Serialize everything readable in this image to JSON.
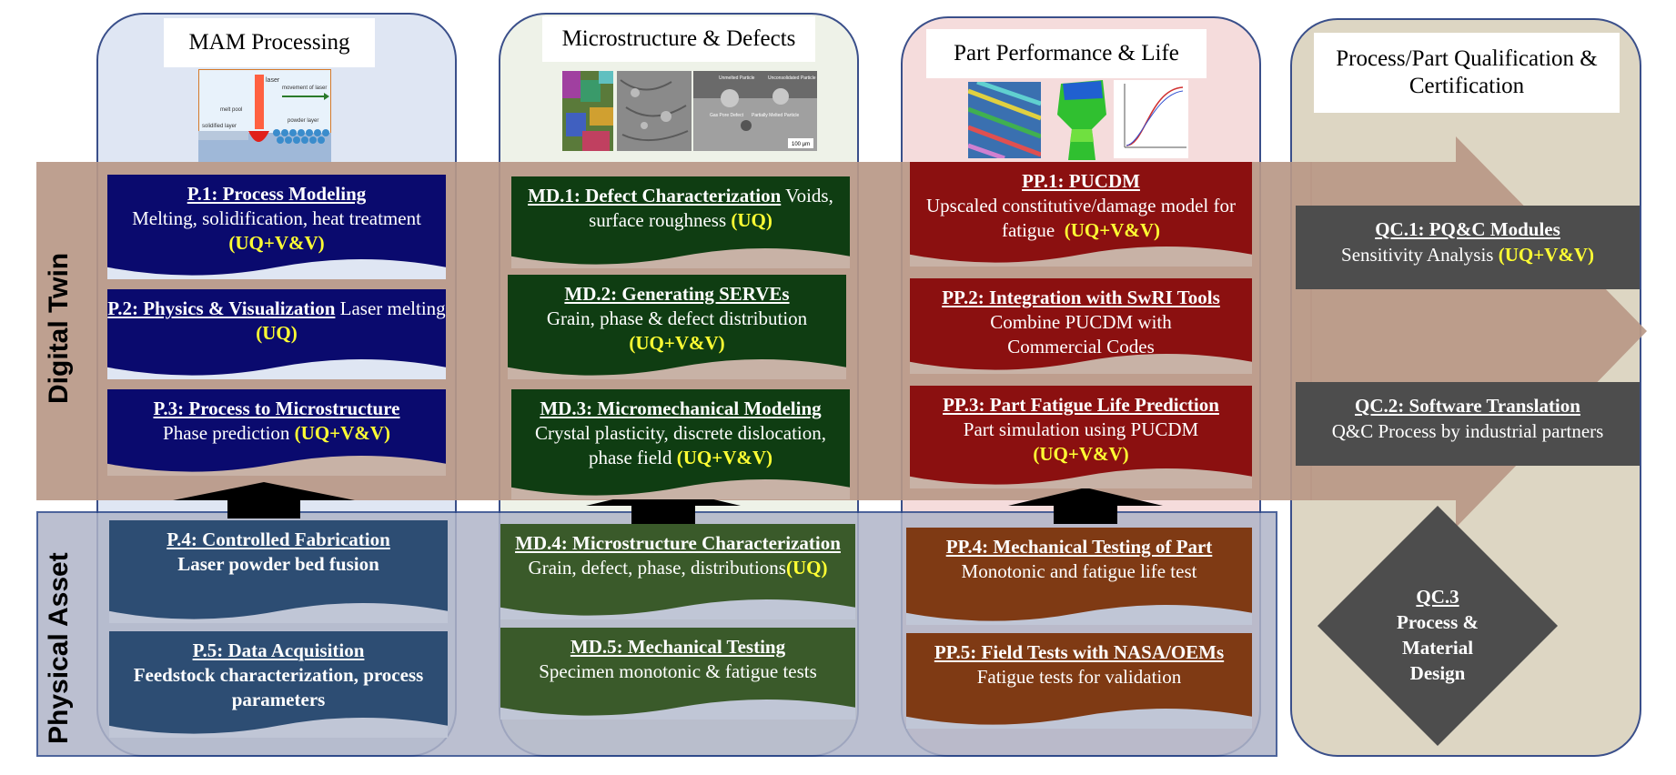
{
  "columns": {
    "c1": {
      "title": "MAM Processing"
    },
    "c2": {
      "title": "Microstructure & Defects"
    },
    "c3": {
      "title": "Part Performance & Life"
    },
    "c4": {
      "title": "Process/Part Qualification & Certification"
    }
  },
  "bands": {
    "digital_twin": "Digital Twin",
    "physical_asset": "Physical Asset"
  },
  "images": {
    "mam": {
      "labels": [
        "laser",
        "movement of laser",
        "melt pool",
        "solidified layer",
        "powder layer"
      ]
    },
    "micro": {
      "labels": [
        "Unmelted Particle",
        "Unconsolidated Particle",
        "Gas Pore Defect",
        "Partially Melted Particle",
        "100 µm"
      ]
    }
  },
  "cards": {
    "p1": {
      "title": "P.1: Process Modeling",
      "body": "Melting, solidification, heat treatment",
      "uq": "(UQ+V&V)"
    },
    "p2": {
      "title": "P.2: Physics & Visualization",
      "body": "Laser melting",
      "uq": "(UQ)"
    },
    "p3": {
      "title": "P.3: Process to Microstructure",
      "body": "Phase prediction",
      "uq": "(UQ+V&V)"
    },
    "p4": {
      "title": "P.4: Controlled Fabrication",
      "body": "Laser powder bed fusion",
      "uq": ""
    },
    "p5": {
      "title": "P.5: Data Acquisition",
      "body": "Feedstock characterization, process parameters",
      "uq": ""
    },
    "md1": {
      "title": "MD.1: Defect Characterization",
      "body": "Voids, surface roughness",
      "uq": "(UQ)"
    },
    "md2": {
      "title": "MD.2: Generating SERVEs",
      "body": "Grain, phase & defect distribution",
      "uq": "(UQ+V&V)"
    },
    "md3": {
      "title": "MD.3: Micromechanical Modeling",
      "body": "Crystal plasticity, discrete dislocation, phase field",
      "uq": "(UQ+V&V)"
    },
    "md4": {
      "title": "MD.4: Microstructure Characterization",
      "body": "Grain, defect, phase, distributions",
      "uq": "(UQ)"
    },
    "md5": {
      "title": "MD.5: Mechanical Testing",
      "body": "Specimen monotonic & fatigue tests",
      "uq": ""
    },
    "pp1": {
      "title": "PP.1: PUCDM",
      "body": "Upscaled constitutive/damage model for fatigue",
      "uq": "(UQ+V&V)"
    },
    "pp2": {
      "title": "PP.2:  Integration with SwRI Tools",
      "body": "Combine PUCDM with Commercial Codes",
      "uq": ""
    },
    "pp3": {
      "title": "PP.3: Part Fatigue Life Prediction",
      "body": "Part simulation using PUCDM",
      "uq": "(UQ+V&V)"
    },
    "pp4": {
      "title": "PP.4: Mechanical Testing of Part",
      "body": "Monotonic and fatigue life test",
      "uq": ""
    },
    "pp5": {
      "title": "PP.5: Field Tests with NASA/OEMs",
      "body": "Fatigue tests for validation",
      "uq": ""
    },
    "qc1": {
      "title": "QC.1: PQ&C Modules",
      "body": "Sensitivity Analysis",
      "uq": "(UQ+V&V)"
    },
    "qc2": {
      "title": "QC.2: Software Translation",
      "body": "Q&C Process by industrial partners",
      "uq": ""
    },
    "qc3": {
      "title": "QC.3",
      "body": "Process & Material Design",
      "uq": ""
    }
  },
  "colors": {
    "navy": "#0a0a6e",
    "dark_green": "#0f3d12",
    "dark_red": "#8b1010",
    "slate_blue": "#2d4d73",
    "mid_green": "#3a5a2a",
    "brown": "#7f3a14",
    "grey": "#4d4d4d",
    "uq_yellow": "#ffff33",
    "digital_twin_band": "#b99887",
    "physical_asset_band": "#b0b5c8"
  }
}
